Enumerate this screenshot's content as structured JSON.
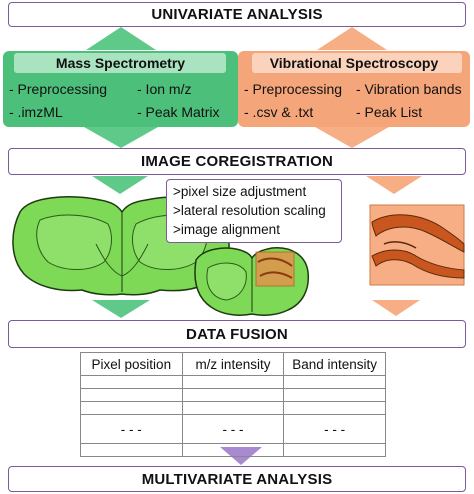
{
  "bands": {
    "univariate": "UNIVARIATE ANALYSIS",
    "coregistration": "IMAGE COREGISTRATION",
    "fusion": "DATA FUSION",
    "multivariate": "MULTIVARIATE ANALYSIS"
  },
  "mass_spec": {
    "title": "Mass Spectrometry",
    "items": [
      "- Preprocessing",
      "- .imzML",
      "- Ion m/z",
      "- Peak Matrix"
    ],
    "color": "#4cbf7a"
  },
  "vib_spec": {
    "title": "Vibrational Spectroscopy",
    "items": [
      "- Preprocessing",
      "- .csv & .txt",
      "- Vibration bands",
      "- Peak List"
    ],
    "color": "#f5a57a"
  },
  "coreg_steps": [
    ">pixel size adjustment",
    ">lateral resolution scaling",
    ">image alignment"
  ],
  "table": {
    "headers": [
      "Pixel position",
      "m/z intensity",
      "Band intensity"
    ],
    "ellipsis": [
      "- - -",
      "- - -",
      "- - -"
    ]
  },
  "colors": {
    "band_border": "#7a5a9a",
    "green_arrow": "#5fc98a",
    "orange_arrow": "#f7ae85",
    "purple_arrow": "#a98ad0",
    "tissue_green": "#7ed957",
    "tissue_orange": "#f08a4b"
  }
}
